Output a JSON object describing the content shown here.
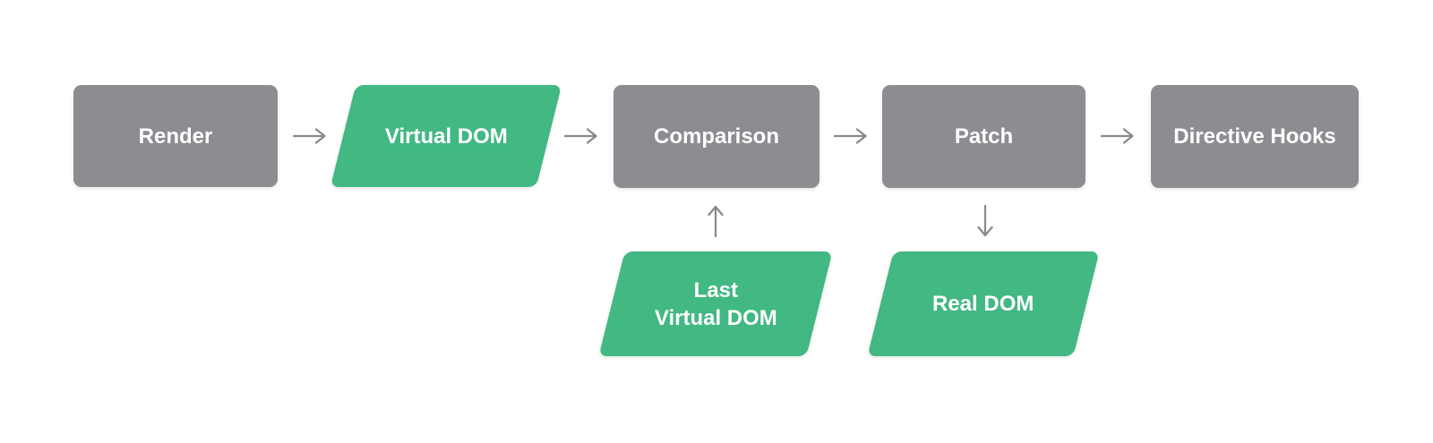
{
  "diagram": {
    "background_color": "#ffffff",
    "colors": {
      "box_gray": "#8c8c91",
      "box_green": "#42b883",
      "arrow_gray": "#8a8a8a",
      "label_text": "#ffffff"
    },
    "nodes": {
      "render": {
        "label": "Render",
        "shape": "rectangle",
        "color": "gray"
      },
      "virtual_dom": {
        "label": "Virtual DOM",
        "shape": "parallelogram",
        "color": "green"
      },
      "comparison": {
        "label": "Comparison",
        "shape": "rectangle",
        "color": "gray"
      },
      "patch": {
        "label": "Patch",
        "shape": "rectangle",
        "color": "gray"
      },
      "directive_hooks": {
        "label": "Directive Hooks",
        "shape": "rectangle",
        "color": "gray"
      },
      "last_virtual_dom": {
        "label": "Last Virtual DOM",
        "lines": {
          "0": "Last",
          "1": "Virtual DOM"
        },
        "shape": "parallelogram",
        "color": "green"
      },
      "real_dom": {
        "label": "Real DOM",
        "shape": "parallelogram",
        "color": "green"
      }
    },
    "edges": [
      {
        "from": "Render",
        "to": "Virtual DOM",
        "direction": "right"
      },
      {
        "from": "Virtual DOM",
        "to": "Comparison",
        "direction": "right"
      },
      {
        "from": "Comparison",
        "to": "Patch",
        "direction": "right"
      },
      {
        "from": "Patch",
        "to": "Directive Hooks",
        "direction": "right"
      },
      {
        "from": "Last Virtual DOM",
        "to": "Comparison",
        "direction": "up"
      },
      {
        "from": "Patch",
        "to": "Real DOM",
        "direction": "down"
      }
    ]
  }
}
